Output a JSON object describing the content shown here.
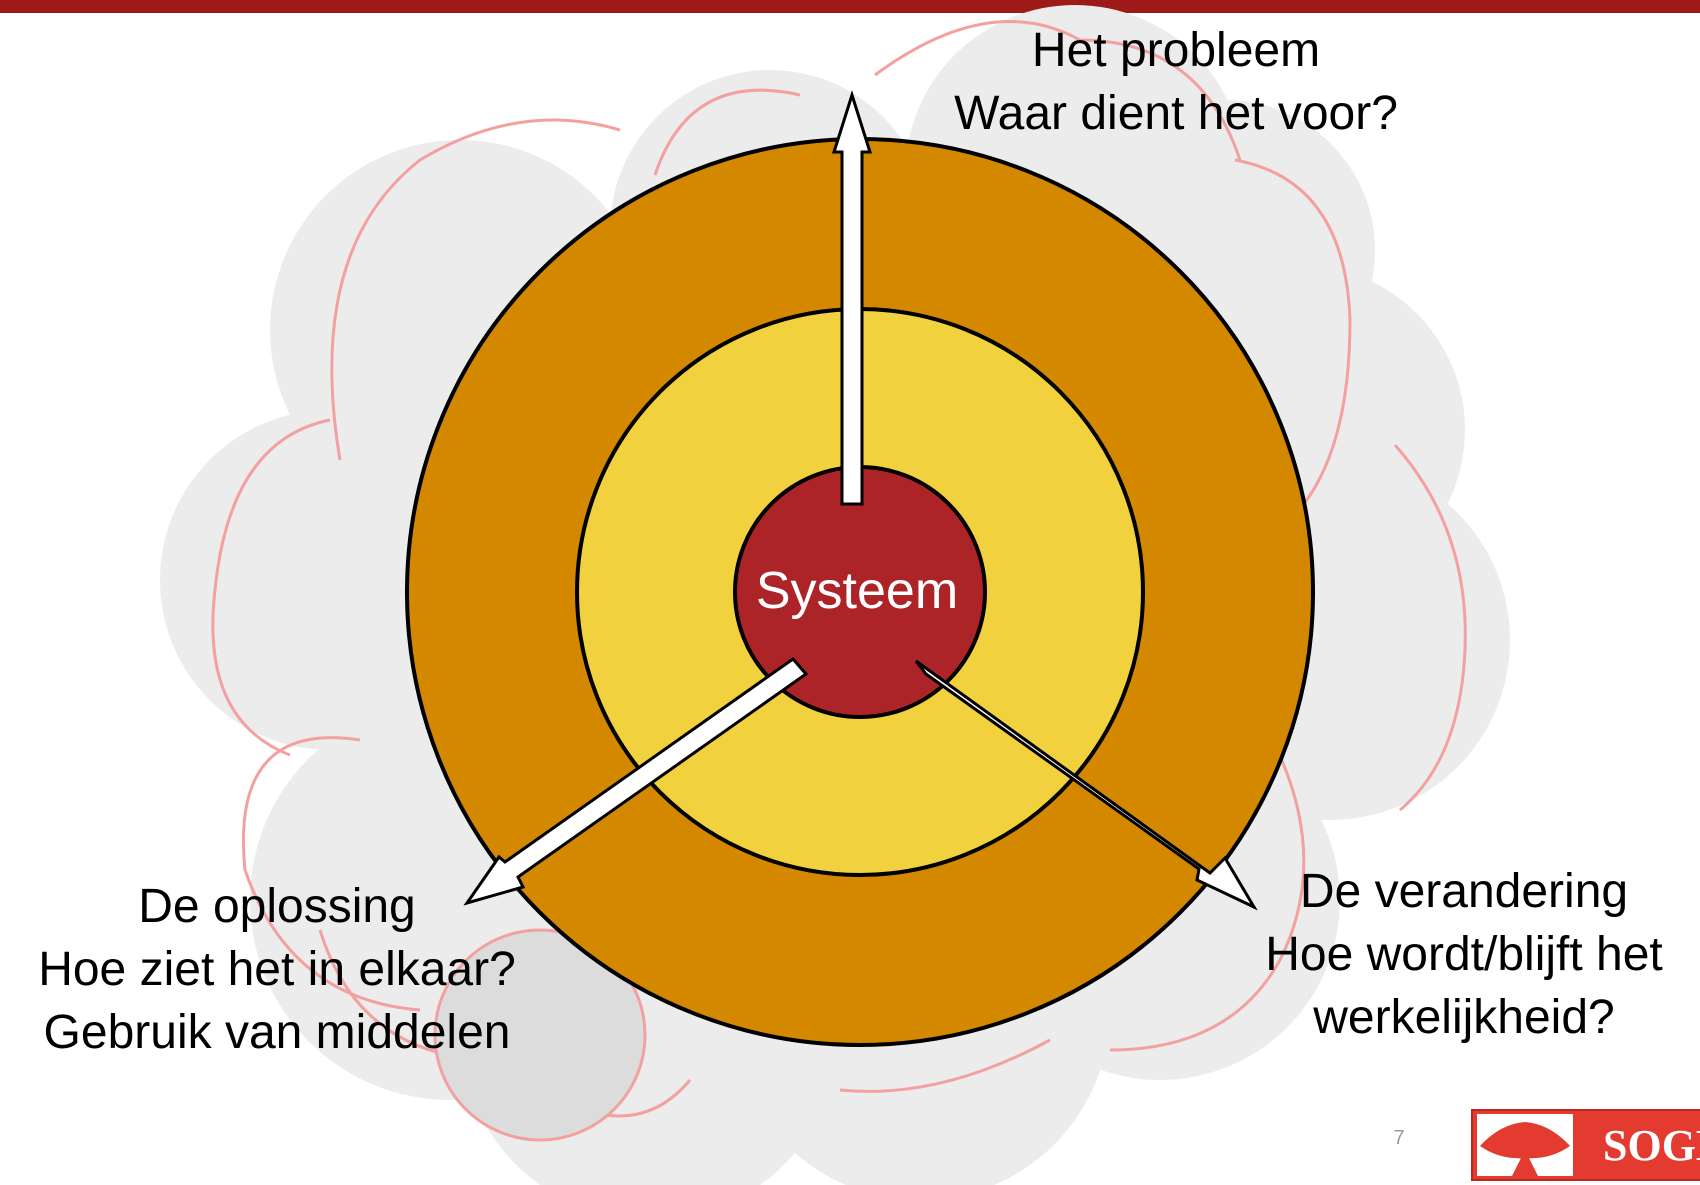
{
  "center": {
    "label": "Systeem"
  },
  "top": {
    "line1": "Het probleem",
    "line2": "Waar dient het voor?"
  },
  "left": {
    "line1": "De oplossing",
    "line2": "Hoe ziet het in elkaar?",
    "line3": "Gebruik van middelen"
  },
  "right": {
    "line1": "De verandering",
    "line2": "Hoe wordt/blijft het",
    "line3": "werkelijkheid?"
  },
  "footer": {
    "page_number": "7",
    "logo_text": "SOGE"
  },
  "colors": {
    "header_bar": "#9e1a18",
    "outer_ring": "#d48800",
    "middle_ring": "#f2d13e",
    "core": "#ad2428",
    "cloud_fill": "#ececec",
    "cloud_stroke": "#f3a0a0",
    "logo_red": "#e33b2f"
  }
}
